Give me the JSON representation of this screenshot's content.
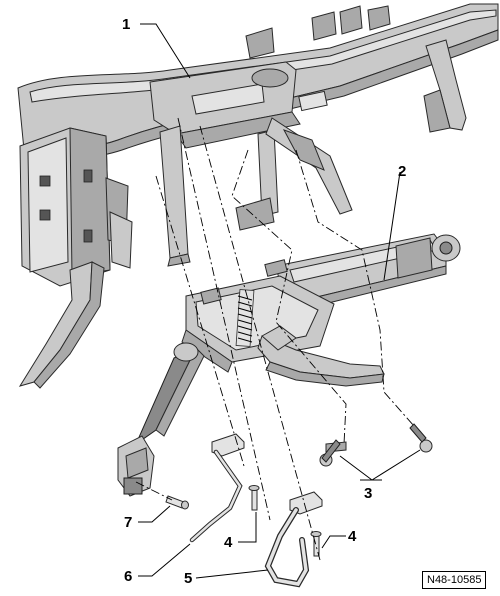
{
  "callouts": {
    "c1": "1",
    "c2": "2",
    "c3": "3",
    "c4a": "4",
    "c4b": "4",
    "c5": "5",
    "c6": "6",
    "c7": "7"
  },
  "figure_ref": "N48-10585",
  "colors": {
    "part_light": "#c9c9c9",
    "part_mid": "#a9a9a9",
    "part_dark": "#8a8a8a",
    "outline": "#2a2a2a"
  }
}
